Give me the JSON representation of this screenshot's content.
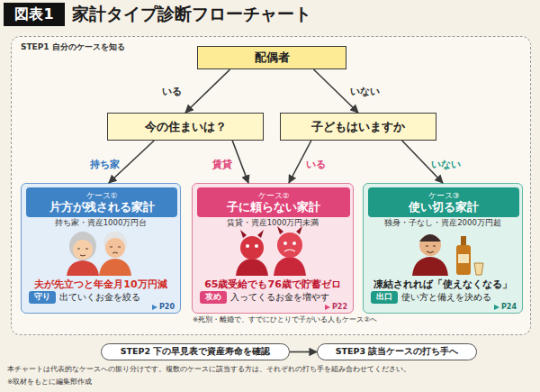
{
  "diagram": {
    "title": "家計タイプ診断フローチャート",
    "nodes": [
      {
        "text": [
          "図表1"
        ]
      },
      {
        "text": [
          "STEP1 自分のケースを知る"
        ]
      },
      {
        "text": [
          "配偶者"
        ],
        "in": 1
      },
      {
        "text": [
          "今の住まいは？"
        ],
        "in": 1
      },
      {
        "text": [
          "子どもはいますか"
        ],
        "in": 1
      },
      {
        "text": [
          "持ち家・資産1000万円台",
          "夫が先立つと年金月10万円減",
          "出ていくお金を絞る",
          "P20"
        ],
        "in": 1
      },
      {
        "text": [
          "ケース①",
          "片方が残される家計"
        ],
        "in": 5
      },
      {
        "text": [
          "守り"
        ],
        "in": 5
      },
      {
        "text": [
          "賃貸・資産1000万円未満",
          "65歳受給でも76歳で貯蓄ゼロ",
          "入ってくるお金を増やす",
          "P22"
        ],
        "in": 1
      },
      {
        "text": [
          "ケース②",
          "子に頼らない家計"
        ],
        "in": 8
      },
      {
        "text": [
          "攻め"
        ],
        "in": 8
      },
      {
        "text": [
          "独身・子なし・資産2000万円超",
          "凍結されれば「使えなくなる」",
          "使い方と備えを決める",
          "P24"
        ],
        "in": 1
      },
      {
        "text": [
          "ケース③",
          "使い切る家計"
        ],
        "in": 11
      },
      {
        "text": [
          "出口"
        ],
        "in": 11
      },
      {
        "text": [
          "STEP2 下の早見表で資産寿命を確認"
        ]
      },
      {
        "text": [
          "STEP3 該当ケースの打ち手へ"
        ]
      }
    ],
    "edges": [
      {
        "from": 2,
        "to": 3,
        "label": "いる",
        "arrow": "to"
      },
      {
        "from": 2,
        "to": 4,
        "label": "いない",
        "arrow": "to"
      },
      {
        "from": 3,
        "to": 5,
        "label": "持ち家",
        "arrow": "to"
      },
      {
        "from": 3,
        "to": 8,
        "label": "賃貸",
        "arrow": "to"
      },
      {
        "from": 4,
        "to": 8,
        "label": "いる",
        "arrow": "to"
      },
      {
        "from": 4,
        "to": 11,
        "label": "いない",
        "arrow": "to"
      },
      {
        "from": 14,
        "to": 15,
        "arrow": "to"
      }
    ],
    "labels": [
      "※死別・離婚で、すでにひとりで子がいる人もケース②へ",
      "本チャートは代表的なケースへの振り分けです。複数のケースに該当する方は、それぞれの打ち手を組み合わせてください。",
      "※取材をもとに編集部作成"
    ]
  }
}
